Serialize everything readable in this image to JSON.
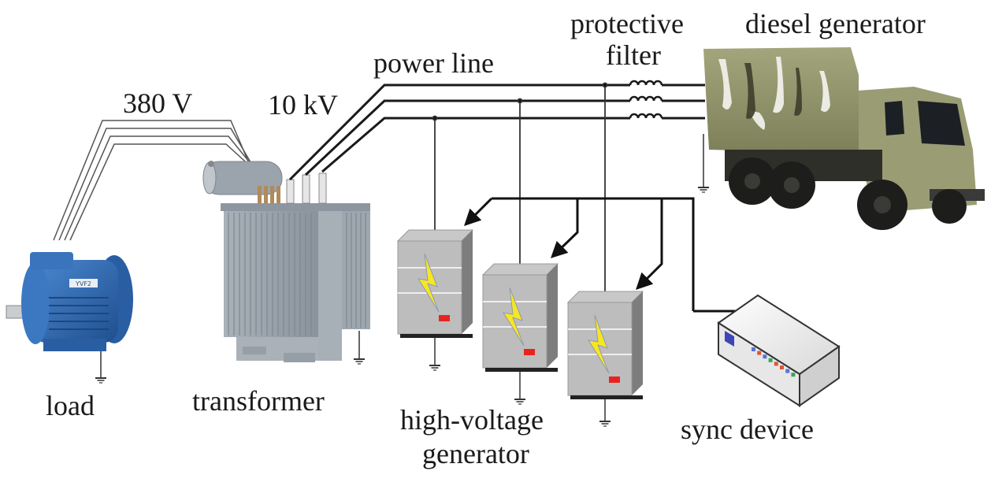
{
  "labels": {
    "load": "load",
    "transformer": "transformer",
    "v380": "380 V",
    "kv10": "10 kV",
    "power_line": "power line",
    "protective_filter_1": "protective",
    "protective_filter_2": "filter",
    "diesel_generator": "diesel generator",
    "hv_generator_1": "high-voltage",
    "hv_generator_2": "generator",
    "sync_device": "sync device"
  },
  "motor_nameplate": "YVF2",
  "colors": {
    "wire": "#1a1a1a",
    "motor": "#2f6db5",
    "transformer": "#9aa2aa",
    "cabinet": "#b9b9b9",
    "bolt": "#f5e61a",
    "indicator": "#e8231f",
    "truck_base": "#8e916a"
  },
  "sync_leds": [
    "#5b73d6",
    "#e0553a",
    "#5b73d6",
    "#3aa35a",
    "#e0553a",
    "#e0553a",
    "#5b73d6",
    "#3aa35a"
  ]
}
